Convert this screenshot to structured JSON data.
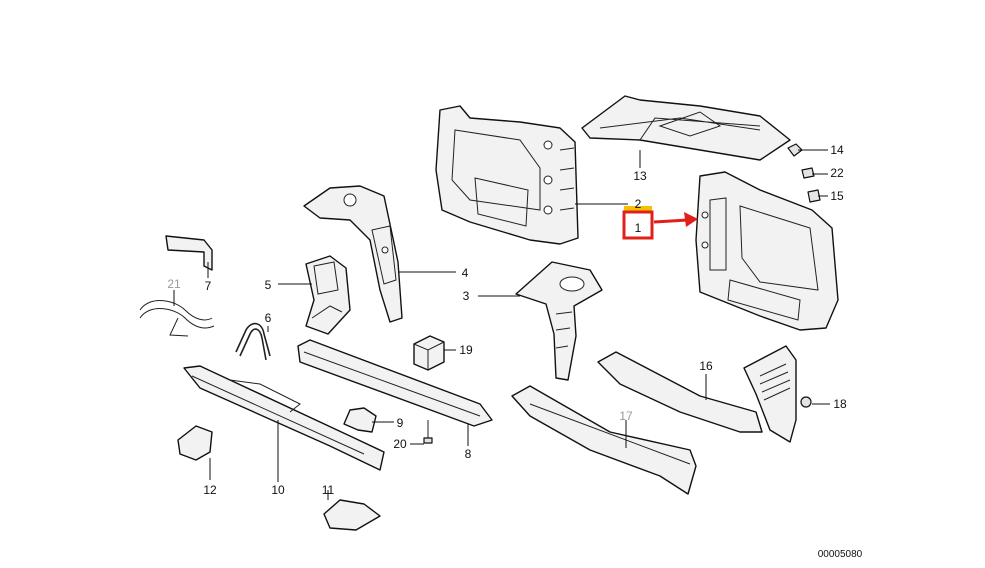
{
  "labels": {
    "p1": "1",
    "p2": "2",
    "p3": "3",
    "p4": "4",
    "p5": "5",
    "p6": "6",
    "p7": "7",
    "p8": "8",
    "p9": "9",
    "p10": "10",
    "p11": "11",
    "p12": "12",
    "p13": "13",
    "p14": "14",
    "p15": "15",
    "p16": "16",
    "p17": "17",
    "p18": "18",
    "p19": "19",
    "p20": "20",
    "p21": "21",
    "p22": "22"
  },
  "document_number": "00005080",
  "colors": {
    "highlight_box": "#e0201b",
    "highlight_fill": "#f2c200",
    "arrow": "#e0201b",
    "greyed_label": "#9a9a9a"
  }
}
